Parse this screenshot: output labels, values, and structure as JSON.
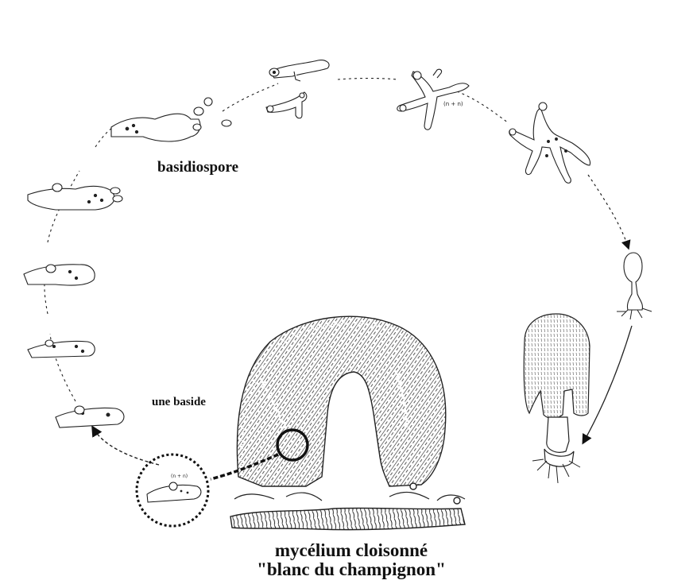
{
  "labels": {
    "basidiospore": "basidiospore",
    "baside": "une baside",
    "mycelium_line1": "mycélium cloisonné",
    "mycelium_line2": "\"blanc du champignon\""
  },
  "colors": {
    "ink": "#111111",
    "background": "#ffffff"
  },
  "icons": [
    "basidium-drawing",
    "spore-drawing",
    "hypha-drawing",
    "primordium-drawing",
    "mushroom-drawing",
    "gill-section-drawing",
    "magnifier-circle"
  ]
}
